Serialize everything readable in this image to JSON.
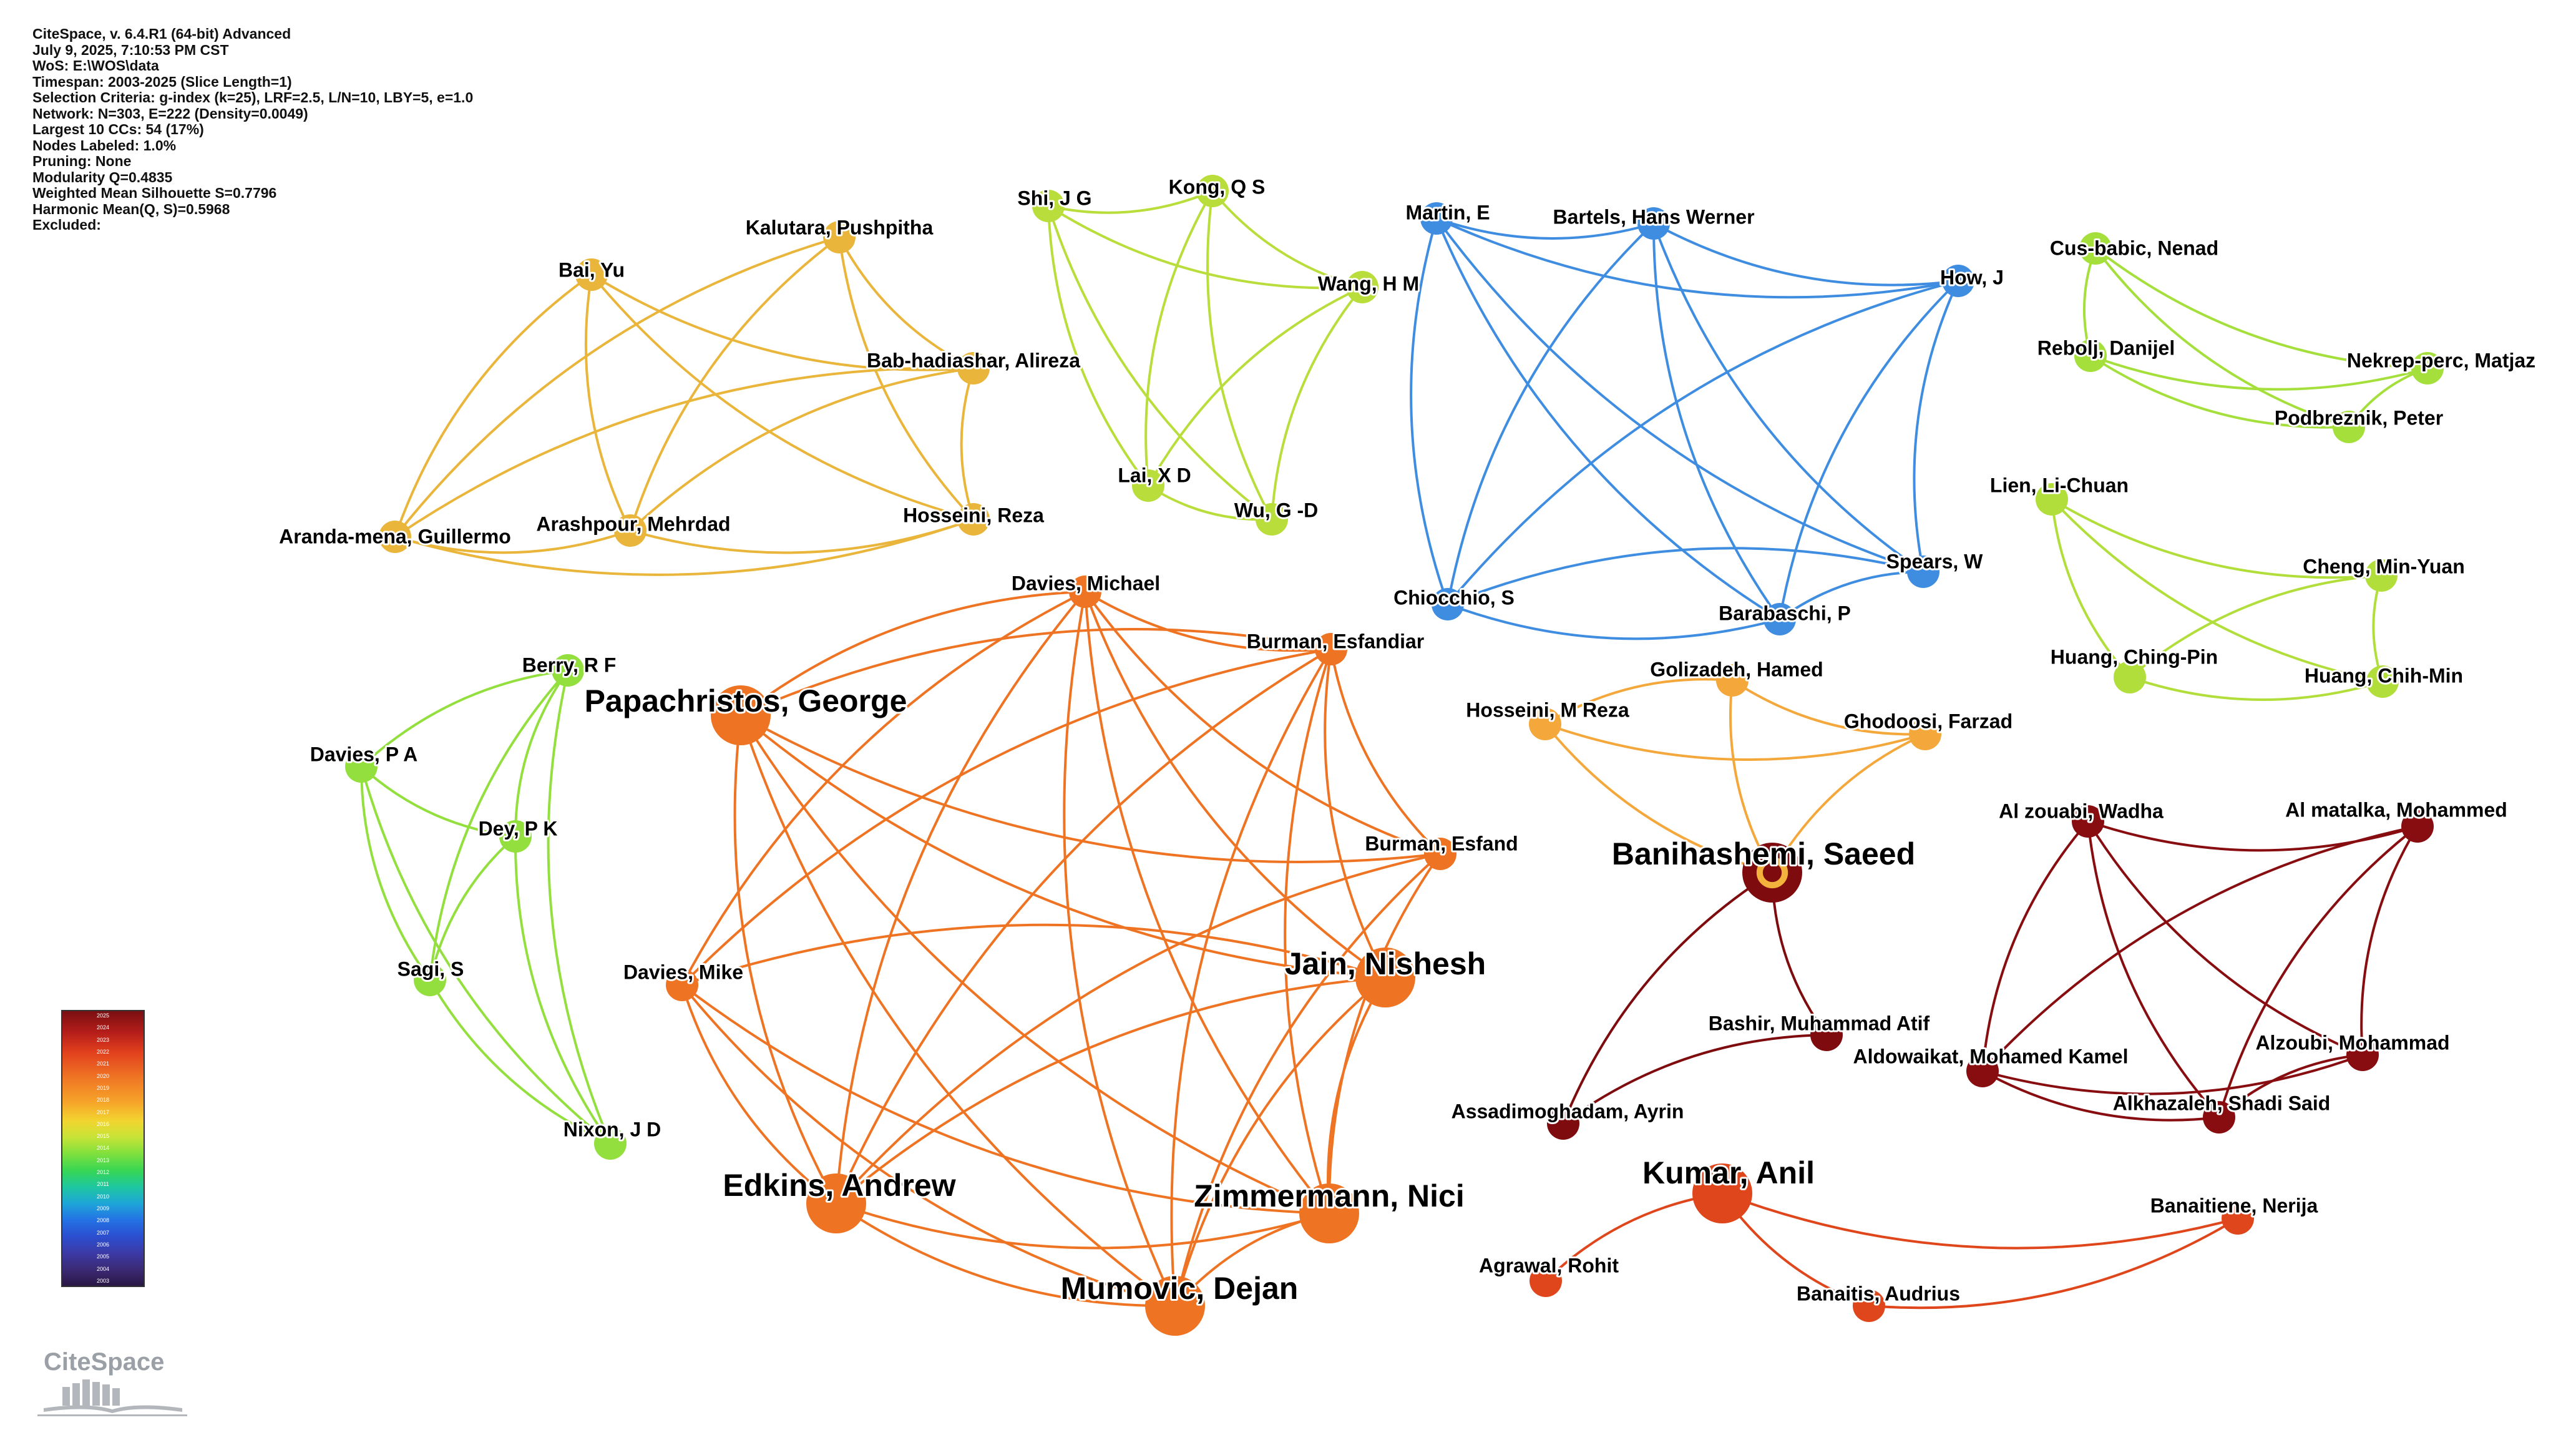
{
  "header_info": [
    "CiteSpace, v. 6.4.R1 (64-bit) Advanced",
    "July 9, 2025, 7:10:53 PM CST",
    "WoS: E:\\WOS\\data",
    "Timespan: 2003-2025 (Slice Length=1)",
    "Selection Criteria: g-index (k=25), LRF=2.5, L/N=10, LBY=5, e=1.0",
    "Network: N=303, E=222 (Density=0.0049)",
    "Largest 10 CCs: 54 (17%)",
    "Nodes Labeled: 1.0%",
    "Pruning: None",
    "Modularity Q=0.4835",
    "Weighted Mean Silhouette S=0.7796",
    "Harmonic Mean(Q, S)=0.5968",
    "Excluded:"
  ],
  "legend_years": [
    "2025",
    "2024",
    "2023",
    "2022",
    "2021",
    "2020",
    "2019",
    "2018",
    "2017",
    "2016",
    "2015",
    "2014",
    "2013",
    "2012",
    "2011",
    "2010",
    "2009",
    "2008",
    "2007",
    "2006",
    "2005",
    "2004",
    "2003"
  ],
  "logo": {
    "text": "CiteSpace"
  },
  "colors": {
    "gold": "#f2c03c",
    "lime": "#c5e33c",
    "blue": "#3a8ee6",
    "orange": "#f07a22",
    "lightorange": "#f6ad3b",
    "darkred": "#8a0f10",
    "redorange": "#e4441a"
  },
  "clusters": [
    {
      "id": "c1",
      "color": "#e9b53a",
      "nodes": [
        {
          "id": "bai",
          "label": "Bai, Yu",
          "size": "small"
        },
        {
          "id": "kal",
          "label": "Kalutara, Pushpitha",
          "size": "small"
        },
        {
          "id": "bab",
          "label": "Bab-hadiashar, Alireza",
          "size": "small"
        },
        {
          "id": "ara",
          "label": "Aranda-mena, Guillermo",
          "size": "small"
        },
        {
          "id": "ars",
          "label": "Arashpour, Mehrdad",
          "size": "small"
        },
        {
          "id": "hos",
          "label": "Hosseini, Reza",
          "size": "small"
        }
      ],
      "edges": [
        [
          "bai",
          "ara"
        ],
        [
          "bai",
          "ars"
        ],
        [
          "bai",
          "hos"
        ],
        [
          "bai",
          "bab"
        ],
        [
          "kal",
          "ara"
        ],
        [
          "kal",
          "ars"
        ],
        [
          "kal",
          "hos"
        ],
        [
          "kal",
          "bab"
        ],
        [
          "bab",
          "ara"
        ],
        [
          "bab",
          "ars"
        ],
        [
          "bab",
          "hos"
        ],
        [
          "ara",
          "ars"
        ],
        [
          "ara",
          "hos"
        ],
        [
          "ars",
          "hos"
        ]
      ]
    },
    {
      "id": "c2",
      "color": "#b9dd3a",
      "nodes": [
        {
          "id": "shi",
          "label": "Shi, J G",
          "size": "small"
        },
        {
          "id": "kon",
          "label": "Kong, Q S",
          "size": "small"
        },
        {
          "id": "wan",
          "label": "Wang, H M",
          "size": "small"
        },
        {
          "id": "lai",
          "label": "Lai, X D",
          "size": "small"
        },
        {
          "id": "wug",
          "label": "Wu, G -D",
          "size": "small"
        }
      ],
      "edges": [
        [
          "shi",
          "kon"
        ],
        [
          "shi",
          "wan"
        ],
        [
          "shi",
          "lai"
        ],
        [
          "shi",
          "wug"
        ],
        [
          "kon",
          "wan"
        ],
        [
          "kon",
          "lai"
        ],
        [
          "kon",
          "wug"
        ],
        [
          "wan",
          "lai"
        ],
        [
          "wan",
          "wug"
        ],
        [
          "lai",
          "wug"
        ]
      ]
    },
    {
      "id": "c3",
      "color": "#3f8de0",
      "nodes": [
        {
          "id": "mar",
          "label": "Martin, E",
          "size": "small"
        },
        {
          "id": "bar",
          "label": "Bartels, Hans Werner",
          "size": "small"
        },
        {
          "id": "how",
          "label": "How, J",
          "size": "small"
        },
        {
          "id": "spe",
          "label": "Spears, W",
          "size": "small"
        },
        {
          "id": "chi",
          "label": "Chiocchio, S",
          "size": "small"
        },
        {
          "id": "brb",
          "label": "Barabaschi, P",
          "size": "small"
        }
      ],
      "edges": [
        [
          "mar",
          "bar"
        ],
        [
          "mar",
          "how"
        ],
        [
          "mar",
          "spe"
        ],
        [
          "mar",
          "chi"
        ],
        [
          "mar",
          "brb"
        ],
        [
          "bar",
          "how"
        ],
        [
          "bar",
          "spe"
        ],
        [
          "bar",
          "chi"
        ],
        [
          "bar",
          "brb"
        ],
        [
          "how",
          "spe"
        ],
        [
          "how",
          "chi"
        ],
        [
          "how",
          "brb"
        ],
        [
          "spe",
          "chi"
        ],
        [
          "spe",
          "brb"
        ],
        [
          "chi",
          "brb"
        ]
      ]
    },
    {
      "id": "c4",
      "color": "#a5df3c",
      "nodes": [
        {
          "id": "cus",
          "label": "Cus-babic, Nenad",
          "size": "small"
        },
        {
          "id": "reb",
          "label": "Rebolj, Danijel",
          "size": "small"
        },
        {
          "id": "nek",
          "label": "Nekrep-perc, Matjaz",
          "size": "small"
        },
        {
          "id": "pod",
          "label": "Podbreznik, Peter",
          "size": "small"
        }
      ],
      "edges": [
        [
          "cus",
          "reb"
        ],
        [
          "cus",
          "nek"
        ],
        [
          "cus",
          "pod"
        ],
        [
          "reb",
          "nek"
        ],
        [
          "reb",
          "pod"
        ],
        [
          "nek",
          "pod"
        ]
      ]
    },
    {
      "id": "c5",
      "color": "#b2de3c",
      "nodes": [
        {
          "id": "lie",
          "label": "Lien, Li-Chuan",
          "size": "small"
        },
        {
          "id": "che",
          "label": "Cheng, Min-Yuan",
          "size": "small"
        },
        {
          "id": "hcp",
          "label": "Huang, Ching-Pin",
          "size": "small"
        },
        {
          "id": "hcm",
          "label": "Huang, Chih-Min",
          "size": "small"
        }
      ],
      "edges": [
        [
          "lie",
          "che"
        ],
        [
          "lie",
          "hcp"
        ],
        [
          "lie",
          "hcm"
        ],
        [
          "che",
          "hcp"
        ],
        [
          "che",
          "hcm"
        ],
        [
          "hcp",
          "hcm"
        ]
      ]
    },
    {
      "id": "c6",
      "color": "#93df3e",
      "nodes": [
        {
          "id": "ber",
          "label": "Berry, R F",
          "size": "small"
        },
        {
          "id": "dpa",
          "label": "Davies, P A",
          "size": "small"
        },
        {
          "id": "dey",
          "label": "Dey, P K",
          "size": "small"
        },
        {
          "id": "sag",
          "label": "Sagi, S",
          "size": "small"
        },
        {
          "id": "nix",
          "label": "Nixon, J D",
          "size": "small"
        }
      ],
      "edges": [
        [
          "ber",
          "dpa"
        ],
        [
          "ber",
          "dey"
        ],
        [
          "ber",
          "sag"
        ],
        [
          "ber",
          "nix"
        ],
        [
          "dpa",
          "dey"
        ],
        [
          "dpa",
          "sag"
        ],
        [
          "dpa",
          "nix"
        ],
        [
          "dey",
          "sag"
        ],
        [
          "dey",
          "nix"
        ],
        [
          "sag",
          "nix"
        ]
      ]
    },
    {
      "id": "c7",
      "color": "#ee7322",
      "nodes": [
        {
          "id": "dmi",
          "label": "Davies, Michael",
          "size": "small"
        },
        {
          "id": "bue",
          "label": "Burman, Esfandiar",
          "size": "small"
        },
        {
          "id": "pap",
          "label": "Papachristos, George",
          "size": "large"
        },
        {
          "id": "bes",
          "label": "Burman, Esfand",
          "size": "small"
        },
        {
          "id": "jai",
          "label": "Jain, Nishesh",
          "size": "large"
        },
        {
          "id": "dmk",
          "label": "Davies, Mike",
          "size": "small"
        },
        {
          "id": "edk",
          "label": "Edkins, Andrew",
          "size": "large"
        },
        {
          "id": "zim",
          "label": "Zimmermann, Nici",
          "size": "large"
        },
        {
          "id": "mum",
          "label": "Mumovic, Dejan",
          "size": "large"
        }
      ],
      "edges": [
        [
          "dmi",
          "bue"
        ],
        [
          "dmi",
          "pap"
        ],
        [
          "dmi",
          "bes"
        ],
        [
          "dmi",
          "jai"
        ],
        [
          "dmi",
          "dmk"
        ],
        [
          "dmi",
          "edk"
        ],
        [
          "dmi",
          "zim"
        ],
        [
          "dmi",
          "mum"
        ],
        [
          "bue",
          "pap"
        ],
        [
          "bue",
          "bes"
        ],
        [
          "bue",
          "jai"
        ],
        [
          "bue",
          "dmk"
        ],
        [
          "bue",
          "edk"
        ],
        [
          "bue",
          "zim"
        ],
        [
          "bue",
          "mum"
        ],
        [
          "pap",
          "bes"
        ],
        [
          "pap",
          "jai"
        ],
        [
          "pap",
          "edk"
        ],
        [
          "pap",
          "zim"
        ],
        [
          "pap",
          "mum"
        ],
        [
          "bes",
          "edk"
        ],
        [
          "bes",
          "zim"
        ],
        [
          "bes",
          "mum"
        ],
        [
          "jai",
          "dmk"
        ],
        [
          "jai",
          "edk"
        ],
        [
          "jai",
          "zim"
        ],
        [
          "jai",
          "mum"
        ],
        [
          "dmk",
          "edk"
        ],
        [
          "dmk",
          "zim"
        ],
        [
          "dmk",
          "mum"
        ],
        [
          "edk",
          "zim"
        ],
        [
          "edk",
          "mum"
        ],
        [
          "zim",
          "mum"
        ]
      ]
    },
    {
      "id": "c8",
      "color": "#f4a73a",
      "nodes": [
        {
          "id": "gol",
          "label": "Golizadeh, Hamed",
          "size": "small"
        },
        {
          "id": "hmr",
          "label": "Hosseini, M Reza",
          "size": "small"
        },
        {
          "id": "gho",
          "label": "Ghodoosi, Farzad",
          "size": "small"
        }
      ],
      "edges": [
        [
          "gol",
          "hmr"
        ],
        [
          "gol",
          "gho"
        ],
        [
          "hmr",
          "gho"
        ],
        [
          "gol",
          "ban"
        ],
        [
          "hmr",
          "ban"
        ],
        [
          "gho",
          "ban"
        ]
      ]
    },
    {
      "id": "c9",
      "color": "#7e0c0e",
      "nodes": [
        {
          "id": "ban",
          "label": "Banihashemi, Saeed",
          "size": "large",
          "ring": "#f3b23c"
        },
        {
          "id": "bas",
          "label": "Bashir, Muhammad Atif",
          "size": "small"
        },
        {
          "id": "ass",
          "label": "Assadimoghadam, Ayrin",
          "size": "small"
        }
      ],
      "edges": [
        [
          "ban",
          "bas"
        ],
        [
          "ban",
          "ass"
        ],
        [
          "bas",
          "ass"
        ]
      ]
    },
    {
      "id": "c10",
      "color": "#870d10",
      "nodes": [
        {
          "id": "alz",
          "label": "Al zouabi, Wadha",
          "size": "small"
        },
        {
          "id": "alm",
          "label": "Al matalka, Mohammed",
          "size": "small"
        },
        {
          "id": "ald",
          "label": "Aldowaikat, Mohamed Kamel",
          "size": "small"
        },
        {
          "id": "alo",
          "label": "Alzoubi, Mohammad",
          "size": "small"
        },
        {
          "id": "alk",
          "label": "Alkhazaleh, Shadi Said",
          "size": "small"
        }
      ],
      "edges": [
        [
          "alz",
          "alm"
        ],
        [
          "alz",
          "ald"
        ],
        [
          "alz",
          "alo"
        ],
        [
          "alz",
          "alk"
        ],
        [
          "alm",
          "ald"
        ],
        [
          "alm",
          "alo"
        ],
        [
          "alm",
          "alk"
        ],
        [
          "ald",
          "alo"
        ],
        [
          "ald",
          "alk"
        ],
        [
          "alo",
          "alk"
        ]
      ]
    },
    {
      "id": "c11",
      "color": "#e0461c",
      "nodes": [
        {
          "id": "kum",
          "label": "Kumar, Anil",
          "size": "large"
        },
        {
          "id": "agr",
          "label": "Agrawal, Rohit",
          "size": "small"
        },
        {
          "id": "bau",
          "label": "Banaitis, Audrius",
          "size": "small"
        },
        {
          "id": "ben",
          "label": "Banaitiene, Nerija",
          "size": "small"
        }
      ],
      "edges": [
        [
          "kum",
          "agr"
        ],
        [
          "kum",
          "bau"
        ],
        [
          "kum",
          "ben"
        ],
        [
          "bau",
          "ben"
        ]
      ]
    }
  ]
}
